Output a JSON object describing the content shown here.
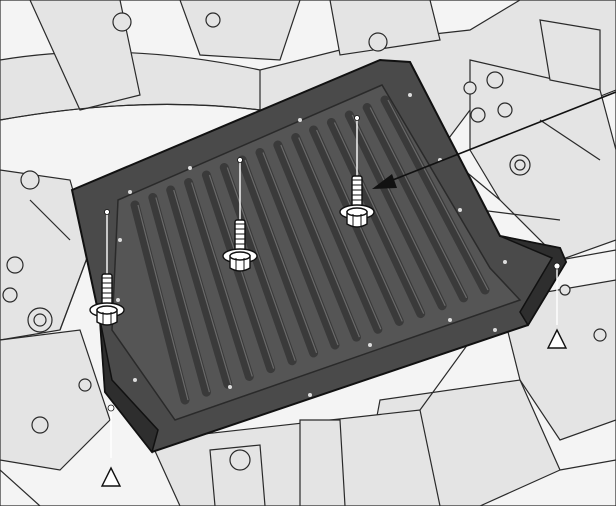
{
  "diagram": {
    "colors": {
      "background": "#ffffff",
      "undercarriage_fill": "#e4e4e4",
      "undercarriage_line": "#2a2a2a",
      "panel_fill": "#4a4a4a",
      "panel_rib": "#3a3a3a",
      "panel_edge": "#111111",
      "bolt_fill": "#ffffff",
      "bolt_line": "#111111",
      "callout_line": "#111111",
      "marker_fill": "#ffffff",
      "marker_line": "#111111"
    },
    "parts": {
      "panel": "under-cover-panel",
      "bolts": [
        "bolt-left",
        "bolt-center",
        "bolt-right"
      ],
      "markers": [
        "clip-marker-left",
        "clip-marker-right"
      ],
      "callout": "callout-arrow"
    }
  }
}
